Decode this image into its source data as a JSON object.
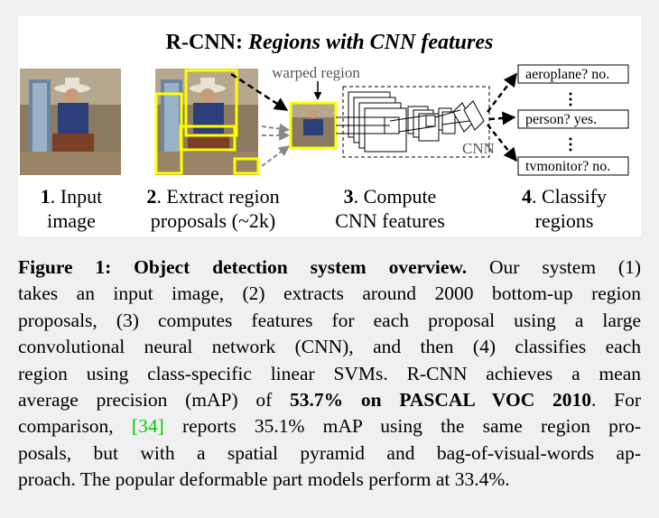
{
  "figure": {
    "title_prefix": "R-CNN:",
    "title_italic": "Regions with CNN features",
    "warped_label": "warped region",
    "cnn_label": "CNN",
    "outputs": [
      {
        "text": "aeroplane? no."
      },
      {
        "text": "person? yes."
      },
      {
        "text": "tvmonitor? no."
      }
    ],
    "stages": [
      {
        "num": "1",
        "line1": ". Input",
        "line2": "image"
      },
      {
        "num": "2",
        "line1": ". Extract region",
        "line2": "proposals (~2k)"
      },
      {
        "num": "3",
        "line1": ". Compute",
        "line2": "CNN features"
      },
      {
        "num": "4",
        "line1": ". Classify",
        "line2": "regions"
      }
    ],
    "colors": {
      "highlight": "#ffff00",
      "cite": "#00cc00"
    }
  },
  "caption": {
    "label": "Figure 1:",
    "heading": "Object detection system overview.",
    "lines": [
      " Our system (1)",
      "takes an input image, (2) extracts around 2000 bottom-up region",
      "proposals, (3) computes features for each proposal using a large",
      "convolutional neural network (CNN), and then (4) classifies each",
      "region using class-specific linear SVMs. R-CNN achieves a mean"
    ],
    "line6_pre": "average precision (mAP) of ",
    "line6_bold": "53.7% on PASCAL VOC 2010",
    "line6_post": ". For",
    "line7_pre": "comparison, ",
    "line7_cite": "[34]",
    "line7_post": " reports 35.1% mAP using the same region pro-",
    "line8": "posals, but with a spatial pyramid and bag-of-visual-words ap-",
    "line9": "proach. The popular deformable part models perform at 33.4%."
  }
}
